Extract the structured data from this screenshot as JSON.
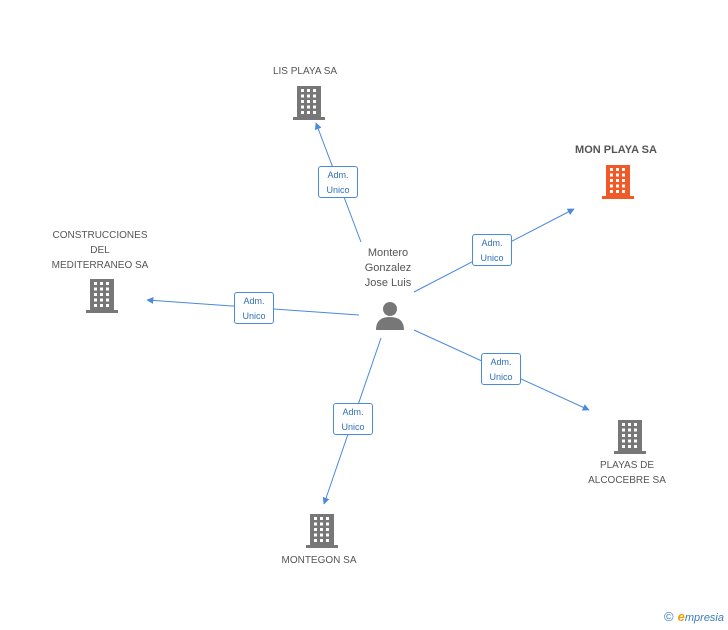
{
  "colors": {
    "edge": "#4a89dc",
    "building": "#777777",
    "building_main": "#f05a28",
    "person": "#777777"
  },
  "person": {
    "label_lines": [
      "Montero",
      "Gonzalez",
      "Jose Luis"
    ],
    "icon": "person-icon"
  },
  "companies": [
    {
      "id": "lis",
      "label_lines": [
        "LIS PLAYA SA"
      ],
      "main": false,
      "icon": "building-icon"
    },
    {
      "id": "mon",
      "label_lines": [
        "MON PLAYA SA"
      ],
      "main": true,
      "icon": "building-icon"
    },
    {
      "id": "cons",
      "label_lines": [
        "CONSTRUCCIONES",
        "DEL",
        "MEDITERRANEO SA"
      ],
      "main": false,
      "icon": "building-icon"
    },
    {
      "id": "playas",
      "label_lines": [
        "PLAYAS DE",
        "ALCOCEBRE SA"
      ],
      "main": false,
      "icon": "building-icon"
    },
    {
      "id": "montegon",
      "label_lines": [
        "MONTEGON SA"
      ],
      "main": false,
      "icon": "building-icon"
    }
  ],
  "edges": [
    {
      "to": "lis",
      "line1": "Adm.",
      "line2": "Unico"
    },
    {
      "to": "mon",
      "line1": "Adm.",
      "line2": "Unico"
    },
    {
      "to": "cons",
      "line1": "Adm.",
      "line2": "Unico"
    },
    {
      "to": "playas",
      "line1": "Adm.",
      "line2": "Unico"
    },
    {
      "to": "montegon",
      "line1": "Adm.",
      "line2": "Unico"
    }
  ],
  "footer": {
    "copyright": "©",
    "brand_initial": "e",
    "brand_rest": "mpresia"
  }
}
